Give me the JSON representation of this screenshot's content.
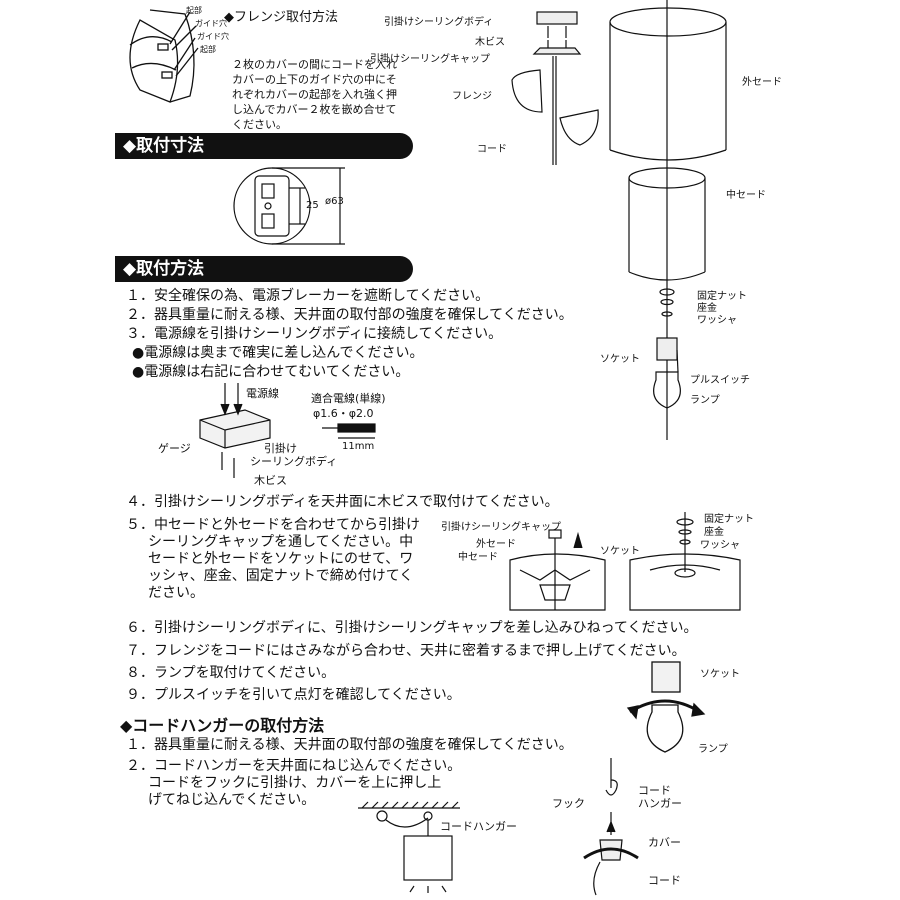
{
  "flange_section": {
    "title": "◆フレンジ取付方法",
    "labels": {
      "kigo_top": "起部",
      "guide_hole_1": "ガイド穴",
      "guide_hole_2": "ガイド穴",
      "kigo_bottom": "起部"
    },
    "description": [
      "２枚のカバーの間にコードを入れ",
      "カバーの上下のガイド穴の中にそ",
      "れぞれカバーの起部を入れ強く押",
      "し込んでカバー２枚を嵌め合せて",
      "ください。"
    ]
  },
  "assembly_labels": {
    "ceiling_body": "引掛けシーリングボディ",
    "wood_screw": "木ビス",
    "ceiling_cap": "引掛けシーリングキャップ",
    "flange": "フレンジ",
    "cord": "コード",
    "outer_shade": "外セード",
    "inner_shade": "中セード",
    "fixing_nut": "固定ナット",
    "washer_seat": "座金",
    "washer": "ワッシャ",
    "socket": "ソケット",
    "pull_switch": "プルスイッチ",
    "lamp": "ランプ"
  },
  "dimensions_section": {
    "header": "◆取付寸法",
    "dim_25": "25",
    "dim_63": "ø63"
  },
  "method_section": {
    "header": "◆取付方法",
    "steps": [
      "１．安全確保の為、電源ブレーカーを遮断してください。",
      "２．器具重量に耐える様、天井面の取付部の強度を確保してください。",
      "３．電源線を引掛けシーリングボディに接続してください。"
    ],
    "bullets": [
      "●電源線は奥まで確実に差し込んでください。",
      "●電源線は右記に合わせてむいてください。"
    ],
    "wiring_labels": {
      "power_line": "電源線",
      "gauge": "ゲージ",
      "ceiling_body_1": "引掛け",
      "ceiling_body_2": "シーリングボディ",
      "wood_screw": "木ビス"
    },
    "wire_spec": {
      "title": "適合電線(単線)",
      "diameters": "φ1.6・φ2.0",
      "strip_length": "11mm"
    },
    "step4": "４．引掛けシーリングボディを天井面に木ビスで取付けてください。",
    "step5": [
      "５．中セードと外セードを合わせてから引掛け",
      "シーリングキャップを通してください。中",
      "セードと外セードをソケットにのせて、ワ",
      "ッシャ、座金、固定ナットで締め付けてく",
      "ださい。"
    ],
    "step5_labels": {
      "cap": "引掛けシーリングキャップ",
      "outer": "外セード",
      "inner": "中セード",
      "socket": "ソケット",
      "nut": "固定ナット",
      "seat": "座金",
      "washer": "ワッシャ"
    },
    "step6": "６．引掛けシーリングボディに、引掛けシーリングキャップを差し込みひねってください。",
    "step7": "７．フレンジをコードにはさみながら合わせ、天井に密着するまで押し上げてください。",
    "step8": "８．ランプを取付けてください。",
    "step9": "９．プルスイッチを引いて点灯を確認してください。",
    "lamp_labels": {
      "socket": "ソケット",
      "lamp": "ランプ"
    }
  },
  "hanger_section": {
    "title": "◆コードハンガーの取付方法",
    "step1": "１．器具重量に耐える様、天井面の取付部の強度を確保してください。",
    "step2": [
      "２．コードハンガーを天井面にねじ込んでください。",
      "コードをフックに引掛け、カバーを上に押し上",
      "げてねじ込んでください。"
    ],
    "labels": {
      "cord_hanger": "コードハンガー",
      "hook": "フック",
      "cord_1": "コード",
      "hanger": "ハンガー",
      "cover": "カバー",
      "cord_2": "コード"
    }
  }
}
